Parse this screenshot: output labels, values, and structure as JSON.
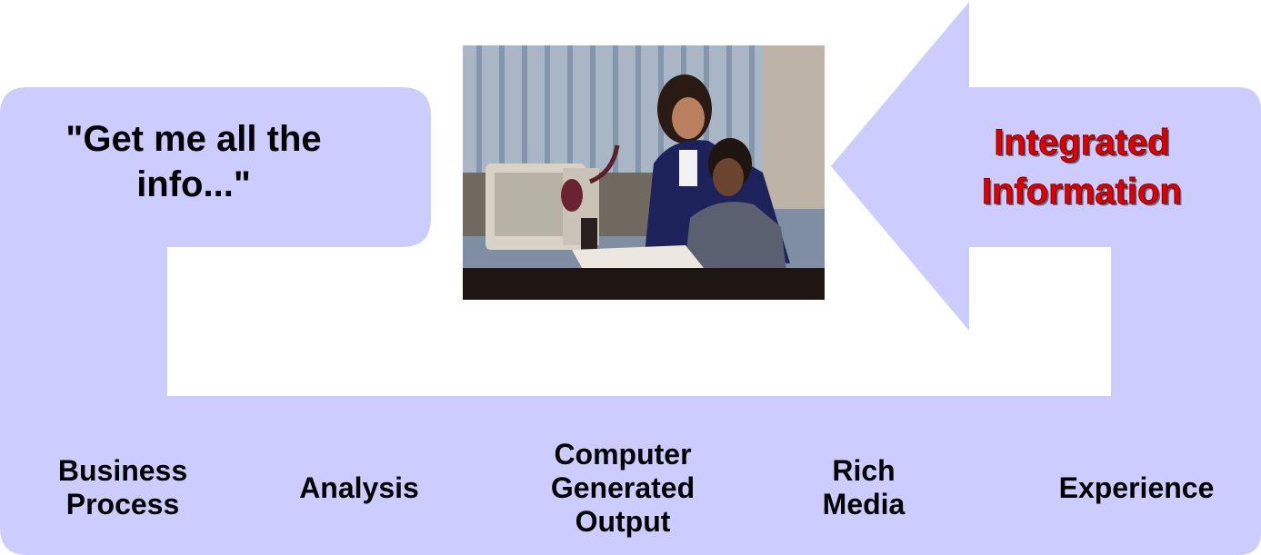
{
  "quote": "\"Get me all the\ninfo...\"",
  "arrow_label": "Integrated\nInformation",
  "stages": [
    "Business\nProcess",
    "Analysis",
    "Computer\nGenerated\nOutput",
    "Rich\nMedia",
    "Experience"
  ],
  "colors": {
    "shape_fill": "#ccccff",
    "arrow_text": "#e00000"
  }
}
